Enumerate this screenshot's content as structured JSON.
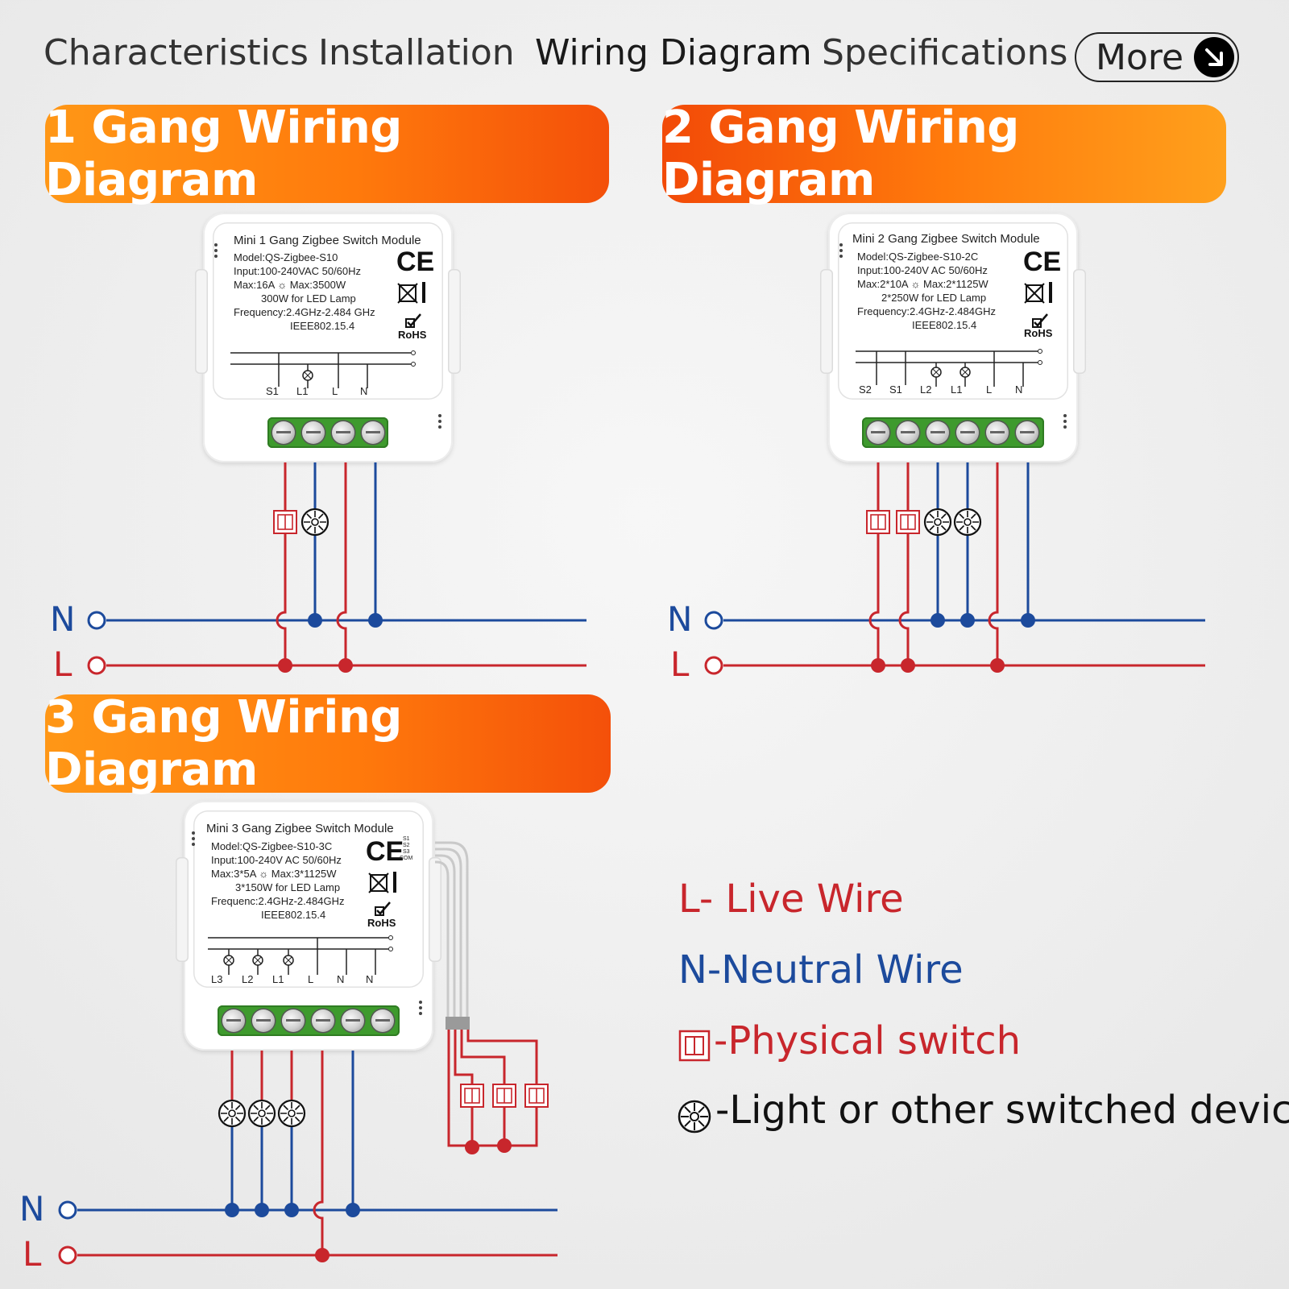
{
  "colors": {
    "live": "#c8262c",
    "neutral": "#1c4a9c",
    "accent": "#ff7a0c",
    "terminal": "#3e9a2d"
  },
  "tabs": [
    {
      "label": "Characteristics"
    },
    {
      "label": "Installation"
    },
    {
      "label": "Wiring Diagram",
      "active": true
    },
    {
      "label": "Specifications"
    }
  ],
  "more": {
    "label": "More",
    "icon": "arrow-down-right-icon"
  },
  "diagrams": [
    {
      "banner": "1 Gang Wiring Diagram",
      "module": {
        "title": "Mini 1 Gang Zigbee Switch Module",
        "lines": [
          "Model:QS-Zigbee-S10",
          "Input:100-240VAC   50/60Hz",
          "Max:16A  ☼  Max:3500W",
          "300W for LED Lamp",
          "Frequency:2.4GHz-2.484 GHz",
          "IEEE802.15.4"
        ],
        "terminals": [
          "S1",
          "L1",
          "L",
          "N"
        ],
        "ce": "CE",
        "rohs": "RoHS"
      },
      "wire_labels": [
        "N",
        "L"
      ]
    },
    {
      "banner": "2 Gang Wiring Diagram",
      "module": {
        "title": "Mini 2 Gang Zigbee Switch Module",
        "lines": [
          "Model:QS-Zigbee-S10-2C",
          "Input:100-240V AC  50/60Hz",
          "Max:2*10A  ☼  Max:2*1125W",
          "2*250W for LED Lamp",
          "Frequency:2.4GHz-2.484GHz",
          "IEEE802.15.4"
        ],
        "terminals": [
          "S2",
          "S1",
          "L2",
          "L1",
          "L",
          "N"
        ],
        "ce": "CE",
        "rohs": "RoHS"
      },
      "wire_labels": [
        "N",
        "L"
      ]
    },
    {
      "banner": "3 Gang Wiring Diagram",
      "module": {
        "title": "Mini 3 Gang Zigbee Switch Module",
        "lines": [
          "Model:QS-Zigbee-S10-3C",
          "Input:100-240V AC  50/60Hz",
          "Max:3*5A ☼   Max:3*1125W",
          "3*150W for LED Lamp",
          "Frequenc:2.4GHz-2.484GHz",
          "IEEE802.15.4"
        ],
        "terminals": [
          "L3",
          "L2",
          "L1",
          "L",
          "N",
          "N"
        ],
        "side_terminals": [
          "S1",
          "S2",
          "S3",
          "COM"
        ],
        "ce": "CE",
        "rohs": "RoHS"
      },
      "wire_labels": [
        "N",
        "L"
      ]
    }
  ],
  "legend": [
    {
      "text": "L- Live Wire",
      "color": "#c8262c"
    },
    {
      "text": "N-Neutral Wire",
      "color": "#1c4a9c"
    },
    {
      "text": "-Physical switch",
      "color": "#c8262c",
      "icon": "physical-switch-icon"
    },
    {
      "text": "-Light or other switched device",
      "color": "#111111",
      "icon": "light-device-icon"
    }
  ]
}
